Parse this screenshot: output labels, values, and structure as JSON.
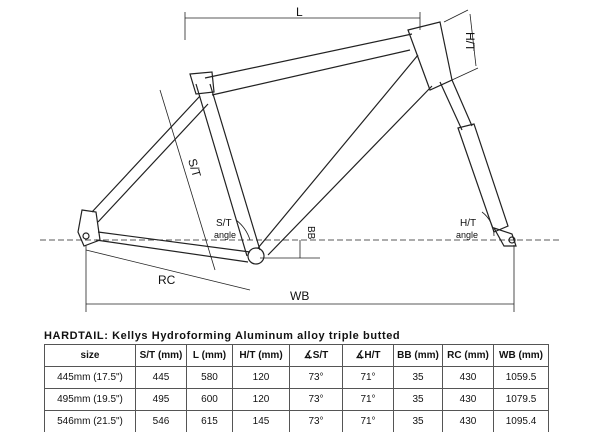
{
  "diagram": {
    "labels": {
      "L": "L",
      "HT": "H/T",
      "ST": "S/T",
      "ST_angle": "S/T",
      "ST_angle_sub": "angle",
      "HT_angle": "H/T",
      "HT_angle_sub": "angle",
      "BB": "BB",
      "RC": "RC",
      "WB": "WB"
    }
  },
  "table": {
    "title": "HARDTAIL: Kellys Hydroforming Aluminum alloy triple butted",
    "headers": [
      "size",
      "S/T (mm)",
      "L (mm)",
      "H/T (mm)",
      "∡S/T",
      "∡H/T",
      "BB (mm)",
      "RC (mm)",
      "WB (mm)"
    ],
    "rows": [
      [
        "445mm (17.5\")",
        "445",
        "580",
        "120",
        "73°",
        "71°",
        "35",
        "430",
        "1059.5"
      ],
      [
        "495mm (19.5\")",
        "495",
        "600",
        "120",
        "73°",
        "71°",
        "35",
        "430",
        "1079.5"
      ],
      [
        "546mm (21.5\")",
        "546",
        "615",
        "145",
        "73°",
        "71°",
        "35",
        "430",
        "1095.4"
      ]
    ]
  }
}
